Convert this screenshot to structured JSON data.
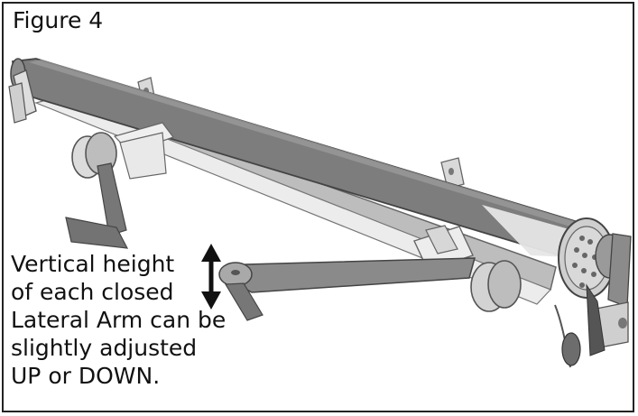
{
  "figure": {
    "title": "Figure 4",
    "caption_lines": [
      "Vertical height",
      "of each closed",
      "Lateral Arm can be",
      "slightly adjusted",
      "UP or DOWN."
    ]
  },
  "icons": {
    "arrow": "double-headed-vertical-arrow",
    "illustration": "awning-roller-with-lateral-arms"
  },
  "colors": {
    "border": "#222222",
    "roller": "#7d7d7d",
    "metal": "#d7d7d7",
    "dark_arm": "#707070"
  }
}
